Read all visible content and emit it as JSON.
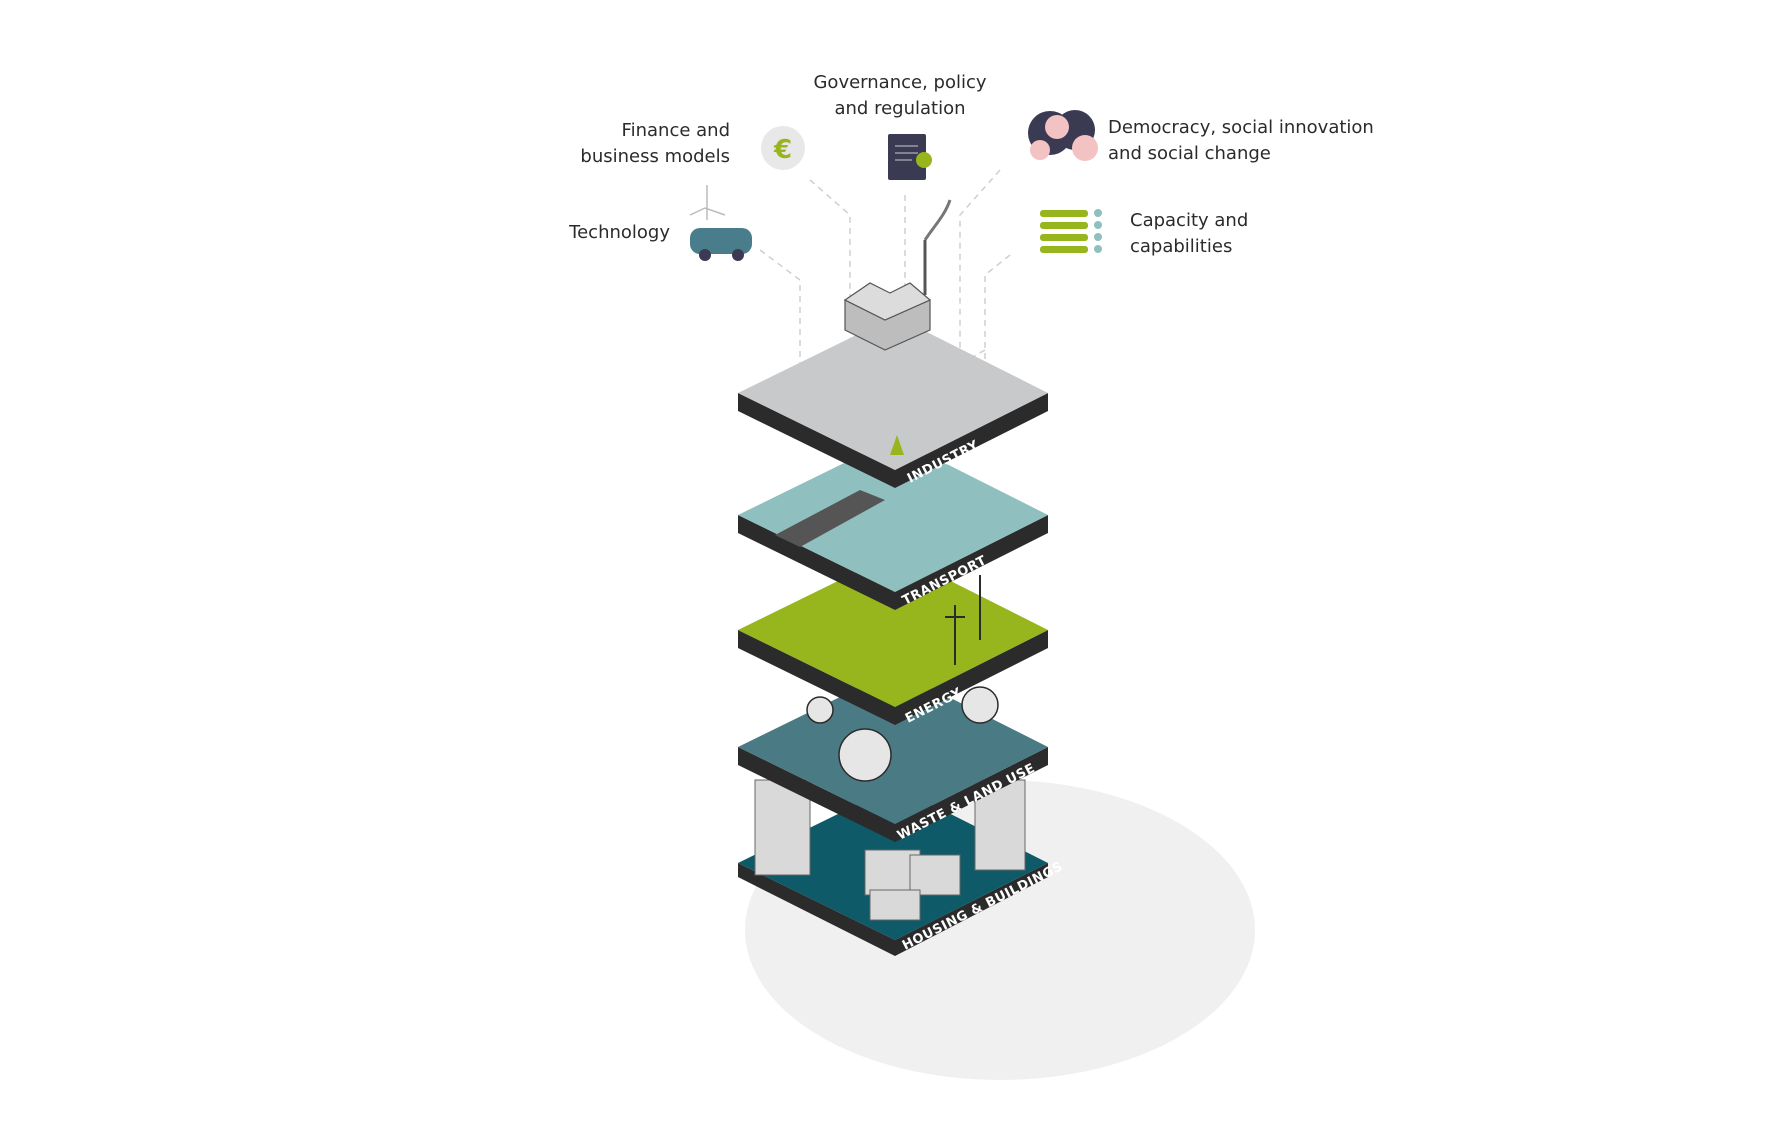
{
  "factors": {
    "finance": [
      "Finance and",
      "business models"
    ],
    "governance": [
      "Governance, policy",
      "and regulation"
    ],
    "democracy": [
      "Democracy, social innovation",
      "and social change"
    ],
    "technology": [
      "Technology"
    ],
    "capacity": [
      "Capacity and",
      "capabilities"
    ]
  },
  "layers": [
    {
      "label": "INDUSTRY",
      "color": "#c8c9ca"
    },
    {
      "label": "TRANSPORT",
      "color": "#8fbfbf"
    },
    {
      "label": "ENERGY",
      "color": "#97b51c"
    },
    {
      "label": "WASTE & LAND USE",
      "color": "#4a7a83"
    },
    {
      "label": "HOUSING & BUILDINGS",
      "color": "#0f5a68"
    }
  ],
  "icons": {
    "finance": "euro-coin-icon",
    "governance": "document-check-icon",
    "democracy": "people-group-icon",
    "technology": "car-icon",
    "capacity": "progress-list-icon"
  },
  "colors": {
    "accent_green": "#97b51c",
    "dark_slab": "#2b2b2b",
    "icon_dark": "#3a3a52",
    "icon_teal": "#4a7d8c"
  }
}
